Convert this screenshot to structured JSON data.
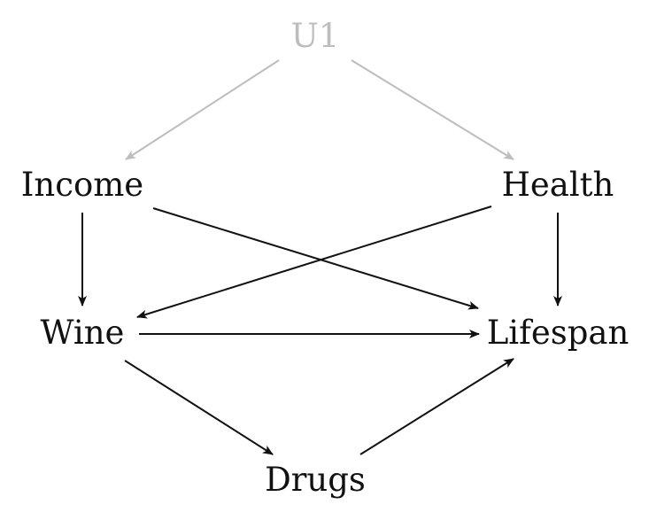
{
  "colors": {
    "observed": "#111111",
    "latent": "#bdbdbd",
    "background": "#ffffff"
  },
  "nodes": {
    "u1": {
      "label": "U1",
      "latent": true
    },
    "income": {
      "label": "Income"
    },
    "health": {
      "label": "Health"
    },
    "wine": {
      "label": "Wine"
    },
    "lifespan": {
      "label": "Lifespan"
    },
    "drugs": {
      "label": "Drugs"
    }
  },
  "edges": [
    {
      "from": "U1",
      "to": "Income",
      "latent": true
    },
    {
      "from": "U1",
      "to": "Health",
      "latent": true
    },
    {
      "from": "Income",
      "to": "Wine"
    },
    {
      "from": "Income",
      "to": "Lifespan"
    },
    {
      "from": "Health",
      "to": "Wine"
    },
    {
      "from": "Health",
      "to": "Lifespan"
    },
    {
      "from": "Wine",
      "to": "Lifespan"
    },
    {
      "from": "Wine",
      "to": "Drugs"
    },
    {
      "from": "Drugs",
      "to": "Lifespan"
    }
  ]
}
